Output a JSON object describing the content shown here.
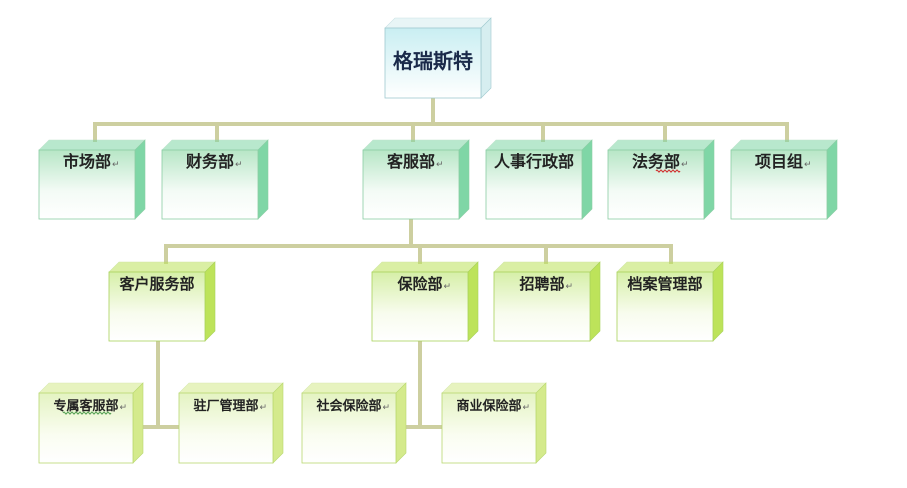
{
  "colors": {
    "connector": "#cdcfa0",
    "root_side": "#d6eef0",
    "level1_side": "#7fd6a6",
    "level2_side": "#bde35a",
    "level3_side": "#d4ea8c"
  },
  "org": {
    "root": {
      "label": "格瑞斯特"
    },
    "departments": [
      {
        "label": "市场部",
        "mark": "↵"
      },
      {
        "label": "财务部",
        "mark": "↵"
      },
      {
        "label": "客服部",
        "mark": "↵"
      },
      {
        "label": "人事行政部",
        "mark": ""
      },
      {
        "label": "法务部",
        "mark": "↵"
      },
      {
        "label": "项目组",
        "mark": "↵"
      }
    ],
    "service_units": [
      {
        "label": "客户服务部",
        "mark": ""
      },
      {
        "label": "保险部",
        "mark": "↵"
      },
      {
        "label": "招聘部",
        "mark": "↵"
      },
      {
        "label": "档案管理部",
        "mark": ""
      }
    ],
    "sub_units": [
      {
        "label": "专属客服部",
        "mark": "↵"
      },
      {
        "label": "驻厂管理部",
        "mark": "↵"
      },
      {
        "label": "社会保险部",
        "mark": "↵"
      },
      {
        "label": "商业保险部",
        "mark": "↵"
      }
    ]
  }
}
